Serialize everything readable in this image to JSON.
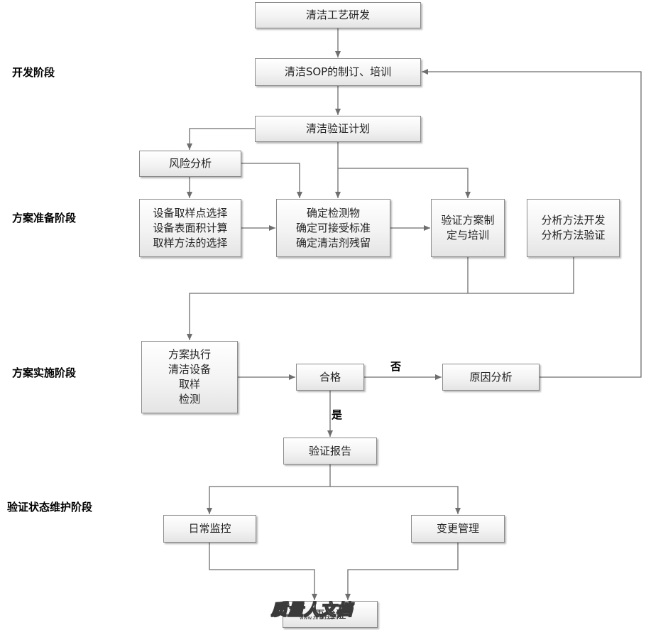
{
  "stages": {
    "dev": "开发阶段",
    "plan": "方案准备阶段",
    "exec": "方案实施阶段",
    "maint": "验证状态维护阶段"
  },
  "nodes": {
    "research": [
      "清洁工艺研发"
    ],
    "sop": [
      "清洁SOP的制订、培训"
    ],
    "plan": [
      "清洁验证计划"
    ],
    "risk": [
      "风险分析"
    ],
    "sampling": [
      "设备取样点选择",
      "设备表面积计算",
      "取样方法的选择"
    ],
    "detect": [
      "确定检测物",
      "确定可接受标准",
      "确定清洁剂残留"
    ],
    "protocol": [
      "验证方案制",
      "定与培训"
    ],
    "method": [
      "分析方法开发",
      "分析方法验证"
    ],
    "execute": [
      "方案执行",
      "清洁设备",
      "取样",
      "检测"
    ],
    "qualified": [
      "合格"
    ],
    "cause": [
      "原因分析"
    ],
    "report": [
      "验证报告"
    ],
    "monitor": [
      "日常监控"
    ],
    "change": [
      "变更管理"
    ],
    "reval": [
      "再验证"
    ]
  },
  "branches": {
    "no": "否",
    "yes": "是"
  },
  "watermark": {
    "logo": "质量人文档",
    "url": "www.zlrwd.com"
  },
  "colors": {
    "line": "#6e6e6e",
    "box_border": "#8c8c8c",
    "box_top": "#ffffff",
    "box_bottom": "#e4e4e4"
  }
}
